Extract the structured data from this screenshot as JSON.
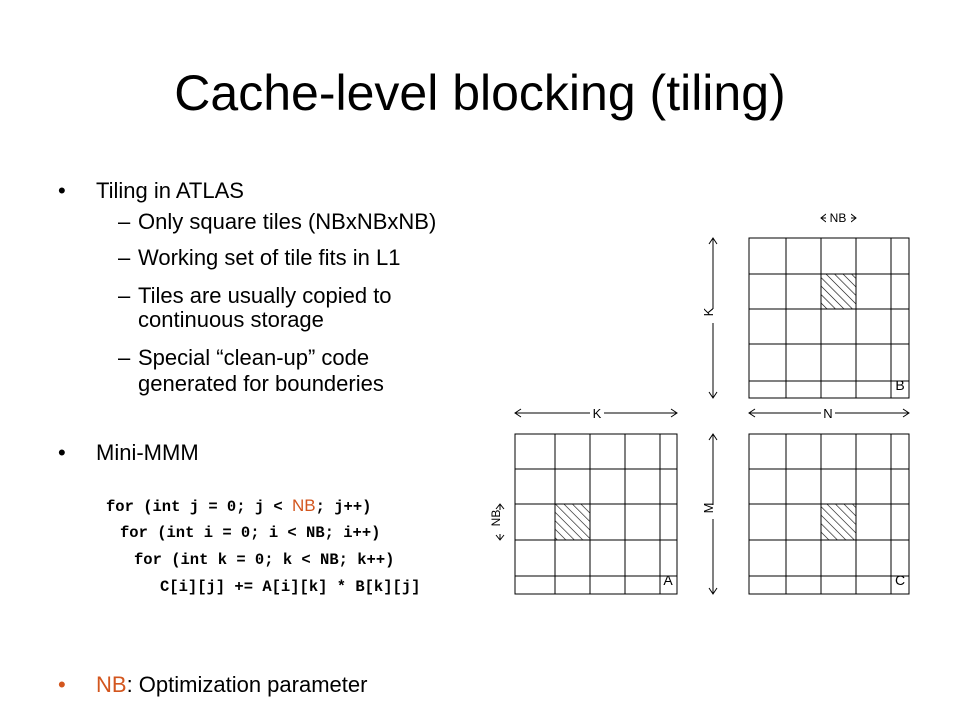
{
  "slide": {
    "title": "Cache-level blocking (tiling)",
    "bullet1": "Tiling in ATLAS",
    "sub_bullets": [
      "Only square tiles (NBxNBxNB)",
      "Working set of tile fits in L1",
      "Tiles are usually copied to",
      "continuous storage",
      "Special “clean-up” code",
      "generated for bounderies"
    ],
    "bullet2": "Mini-MMM",
    "code": {
      "l1_pre": "for (int j = 0; j < ",
      "l1_nb": "NB",
      "l1_post": "; j++)",
      "l2": "for (int i = 0; i < NB; i++)",
      "l3": "for (int k = 0; k < NB; k++)",
      "l4": "C[i][j] += A[i][k] * B[k][j]"
    },
    "bullet3_nb": "NB",
    "bullet3_rest": ": Optimization parameter",
    "bullet_glyph": "•",
    "dash_glyph": "–"
  },
  "diagram": {
    "label_nb_top": "NB",
    "label_k_vertical": "K",
    "label_b": "B",
    "label_k_horizontal": "K",
    "label_n": "N",
    "label_nb_left": "NB",
    "label_m": "M",
    "label_a": "A",
    "label_c": "C"
  },
  "colors": {
    "accent": "#d3561e",
    "text": "#000000"
  }
}
